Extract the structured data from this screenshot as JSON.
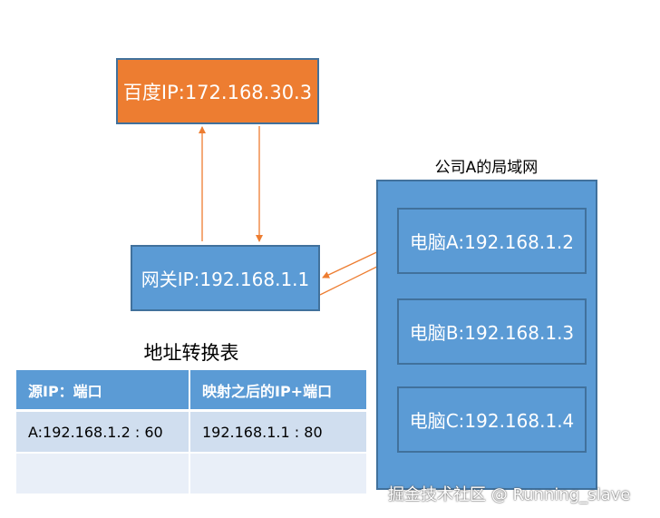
{
  "baidu_label": "百度IP:172.168.30.3",
  "gateway_label": "网关IP:192.168.1.1",
  "lan": {
    "title": "公司A的局域网",
    "computers": [
      {
        "label": "电脑A:192.168.1.2"
      },
      {
        "label": "电脑B:192.168.1.3"
      },
      {
        "label": "电脑C:192.168.1.4"
      }
    ]
  },
  "nat_table": {
    "title": "地址转换表",
    "headers": [
      "源IP：端口",
      "映射之后的IP+端口"
    ],
    "rows": [
      [
        "A:192.168.1.2 : 60",
        "192.168.1.1 : 80"
      ],
      [
        "",
        ""
      ]
    ]
  },
  "watermark": "掘金技术社区 @ Running_slave",
  "colors": {
    "accent_orange": "#ed7d31",
    "node_blue": "#5b9bd5",
    "border_blue": "#41719c",
    "arrow": "#ed7d31"
  }
}
